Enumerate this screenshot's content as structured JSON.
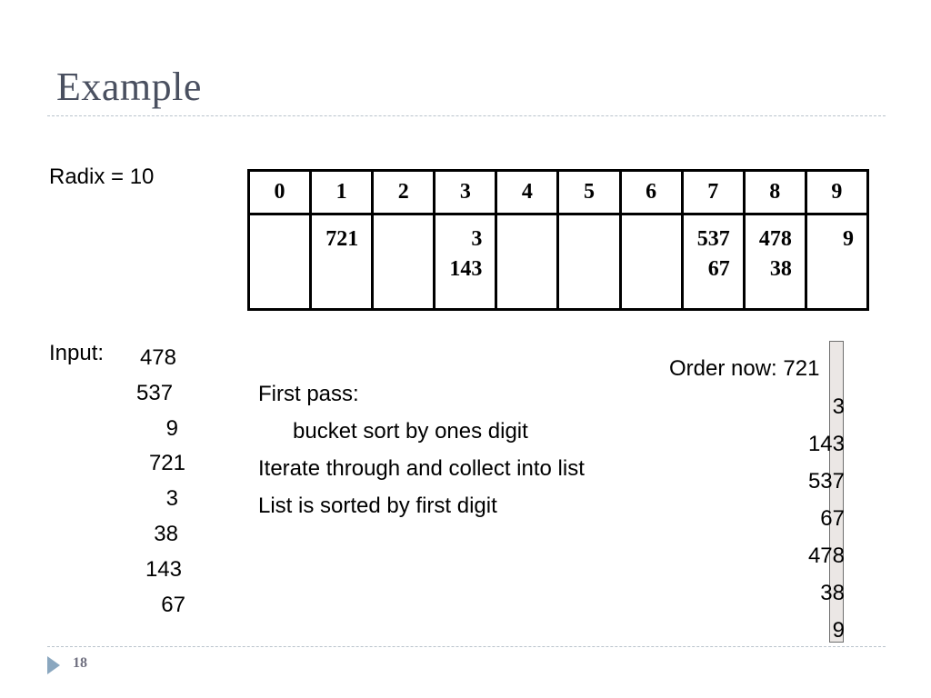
{
  "slide": {
    "title": "Example",
    "page_number": "18"
  },
  "radix": {
    "label": "Radix = 10"
  },
  "buckets": {
    "headers": [
      "0",
      "1",
      "2",
      "3",
      "4",
      "5",
      "6",
      "7",
      "8",
      "9"
    ],
    "contents": [
      [],
      [
        "721"
      ],
      [],
      [
        "3",
        "143"
      ],
      [],
      [],
      [],
      [
        "537",
        "67"
      ],
      [
        "478",
        "38"
      ],
      [
        "9"
      ]
    ]
  },
  "input": {
    "label": "Input:",
    "values": [
      "478",
      "537",
      "9",
      "721",
      "3",
      "38",
      "143",
      "67"
    ]
  },
  "notes": {
    "first_pass": "First pass:",
    "bucket_sort": "bucket sort by ones digit",
    "iterate": "Iterate through and collect into list",
    "sorted": "List is sorted by first digit"
  },
  "order": {
    "label": "Order now: ",
    "values": [
      "721",
      "3",
      "143",
      "537",
      "67",
      "478",
      "38",
      "9"
    ],
    "highlight_color": "#ebe7e5"
  }
}
